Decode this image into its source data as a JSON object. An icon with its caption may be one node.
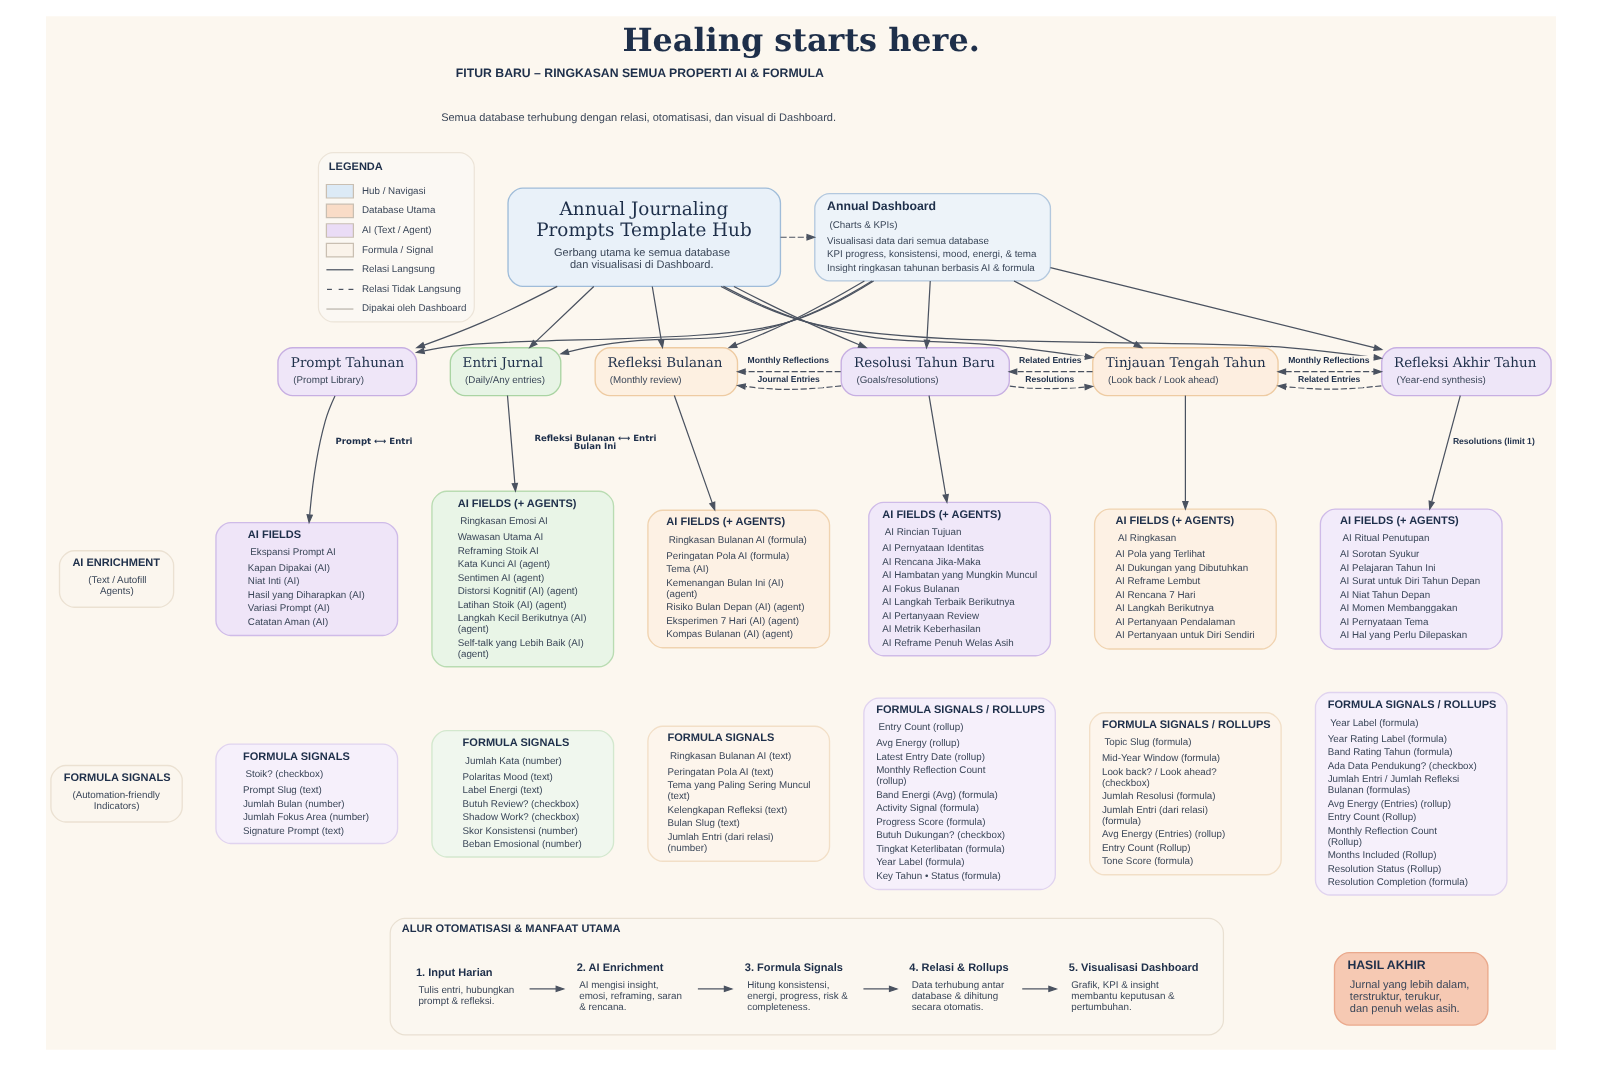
{
  "diagram": {
    "title": "Healing starts here.",
    "nodes": [
      {
        "text": [
          "Annual Journaling Prompts Template Hub",
          "Gerbang utama ke semua database dan visualisasi di Dashboard."
        ]
      },
      {
        "text": [
          "Annual Dashboard",
          "(Charts & KPIs)",
          "Visualisasi data dari semua database",
          "KPI progress, konsistensi, mood, energi, & tema",
          "Insight ringkasan tahunan berbasis AI & formula"
        ]
      },
      {
        "text": [
          "Prompt Tahunan",
          "(Prompt Library)"
        ]
      },
      {
        "text": [
          "Entri Jurnal",
          "(Daily/Any entries)"
        ]
      },
      {
        "text": [
          "Refleksi Bulanan",
          "(Monthly review)"
        ]
      },
      {
        "text": [
          "Resolusi Tahun Baru",
          "(Goals/resolutions)"
        ]
      },
      {
        "text": [
          "Tinjauan Tengah Tahun",
          "(Look back / Look ahead)"
        ]
      },
      {
        "text": [
          "Refleksi Akhir Tahun",
          "(Year-end synthesis)"
        ]
      },
      {
        "text": [
          "AI ENRICHMENT",
          "(Text / Autofill Agents)"
        ]
      },
      {
        "text": [
          "AI FIELDS",
          "Ekspansi Prompt AI",
          "Kapan Dipakai (AI)",
          "Niat Inti (AI)",
          "Hasil yang Diharapkan (AI)",
          "Variasi Prompt (AI)",
          "Catatan Aman (AI)"
        ]
      },
      {
        "text": [
          "AI FIELDS (+ AGENTS)",
          "Ringkasan Emosi AI",
          "Wawasan Utama AI",
          "Reframing Stoik AI",
          "Kata Kunci AI (agent)",
          "Sentimen AI (agent)",
          "Distorsi Kognitif (AI) (agent)",
          "Latihan Stoik (AI) (agent)",
          "Langkah Kecil Berikutnya (AI) (agent)",
          "Self-talk yang Lebih Baik (AI) (agent)"
        ]
      },
      {
        "text": [
          "AI FIELDS (+ AGENTS)",
          "Ringkasan Bulanan AI (formula)",
          "Peringatan Pola AI (formula)",
          "Tema (AI)",
          "Kemenangan Bulan Ini (AI) (agent)",
          "Risiko Bulan Depan (AI) (agent)",
          "Eksperimen 7 Hari (AI) (agent)",
          "Kompas Bulanan (AI) (agent)"
        ]
      },
      {
        "text": [
          "AI FIELDS (+ AGENTS)",
          "AI Rincian Tujuan",
          "AI Pernyataan Identitas",
          "AI Rencana Jika-Maka",
          "AI Hambatan yang Mungkin Muncul",
          "AI Fokus Bulanan",
          "AI Langkah Terbaik Berikutnya",
          "AI Pertanyaan Review",
          "AI Metrik Keberhasilan",
          "AI Reframe Penuh Welas Asih"
        ]
      },
      {
        "text": [
          "AI FIELDS (+ AGENTS)",
          "AI Ringkasan",
          "AI Pola yang Terlihat",
          "AI Dukungan yang Dibutuhkan",
          "AI Reframe Lembut",
          "AI Rencana 7 Hari",
          "AI Langkah Berikutnya",
          "AI Pertanyaan Pendalaman",
          "AI Pertanyaan untuk Diri Sendiri"
        ]
      },
      {
        "text": [
          "AI FIELDS (+ AGENTS)",
          "AI Ritual Penutupan",
          "AI Sorotan Syukur",
          "AI Pelajaran Tahun Ini",
          "AI Surat untuk Diri Tahun Depan",
          "AI Niat Tahun Depan",
          "AI Momen Membanggakan",
          "AI Pernyataan Tema",
          "AI Hal yang Perlu Dilepaskan"
        ]
      },
      {
        "text": [
          "FORMULA SIGNALS",
          "(Automation-friendly Indicators)"
        ]
      },
      {
        "text": [
          "FORMULA SIGNALS",
          "Stoik? (checkbox)",
          "Prompt Slug (text)",
          "Jumlah Bulan (number)",
          "Jumlah Fokus Area (number)",
          "Signature Prompt (text)"
        ]
      },
      {
        "text": [
          "FORMULA SIGNALS",
          "Jumlah Kata (number)",
          "Polaritas Mood (text)",
          "Label Energi (text)",
          "Butuh Review? (checkbox)",
          "Shadow Work? (checkbox)",
          "Skor Konsistensi (number)",
          "Beban Emosional (number)"
        ]
      },
      {
        "text": [
          "FORMULA SIGNALS",
          "Ringkasan Bulanan AI (text)",
          "Peringatan Pola AI (text)",
          "Tema yang Paling Sering Muncul (text)",
          "Kelengkapan Refleksi (text)",
          "Bulan Slug (text)",
          "Jumlah Entri (dari relasi) (number)"
        ]
      },
      {
        "text": [
          "FORMULA SIGNALS / ROLLUPS",
          "Entry Count (rollup)",
          "Avg Energy (rollup)",
          "Latest Entry Date (rollup)",
          "Monthly Reflection Count (rollup)",
          "Band Energi (Avg) (formula)",
          "Activity Signal (formula)",
          "Progress Score (formula)",
          "Butuh Dukungan? (checkbox)",
          "Tingkat Keterlibatan (formula)",
          "Year Label (formula)",
          "Key Tahun • Status (formula)"
        ]
      },
      {
        "text": [
          "FORMULA SIGNALS / ROLLUPS",
          "Topic Slug (formula)",
          "Mid-Year Window (formula)",
          "Look back? / Look ahead? (checkbox)",
          "Jumlah Resolusi (formula)",
          "Jumlah Entri (dari relasi) (formula)",
          "Avg Energy (Entries) (rollup)",
          "Entry Count (Rollup)",
          "Tone Score (formula)"
        ]
      },
      {
        "text": [
          "FORMULA SIGNALS / ROLLUPS",
          "Year Label (formula)",
          "Year Rating Label (formula)",
          "Band Rating Tahun (formula)",
          "Ada Data Pendukung? (checkbox)",
          "Jumlah Entri / Jumlah Refleksi Bulanan (formulas)",
          "Avg Energy (Entries) (rollup)",
          "Entry Count (Rollup)",
          "Monthly Reflection Count (Rollup)",
          "Months Included (Rollup)",
          "Resolution Status (Rollup)",
          "Resolution Completion (formula)"
        ]
      },
      {
        "text": [
          "ALUR OTOMATISASI & MANFAAT UTAMA"
        ]
      },
      {
        "text": [
          "1. Input Harian",
          "Tulis entri, hubungkan prompt & refleksi."
        ],
        "in": 22
      },
      {
        "text": [
          "2. AI Enrichment",
          "AI mengisi insight, emosi, reframing, saran & rencana."
        ],
        "in": 22
      },
      {
        "text": [
          "3. Formula Signals",
          "Hitung konsistensi, energi, progress, risk & completeness."
        ],
        "in": 22
      },
      {
        "text": [
          "4. Relasi & Rollups",
          "Data terhubung antar database & dihitung secara otomatis."
        ],
        "in": 22
      },
      {
        "text": [
          "5. Visualisasi Dashboard",
          "Grafik, KPI & insight membantu keputusan & pertumbuhan."
        ],
        "in": 22
      },
      {
        "text": [
          "HASIL AKHIR",
          "Jurnal yang lebih dalam, terstruktur, terukur, dan penuh welas asih."
        ]
      }
    ],
    "edges": [
      {
        "from": 0,
        "to": 1,
        "arrow": "to",
        "style": "dashed"
      },
      {
        "from": 0,
        "to": 2,
        "arrow": "to"
      },
      {
        "from": 0,
        "to": 3,
        "arrow": "to"
      },
      {
        "from": 0,
        "to": 4,
        "arrow": "to"
      },
      {
        "from": 0,
        "to": 5,
        "arrow": "to"
      },
      {
        "from": 0,
        "to": 6,
        "arrow": "to"
      },
      {
        "from": 0,
        "to": 7,
        "arrow": "to"
      },
      {
        "from": 1,
        "to": 2,
        "arrow": "to"
      },
      {
        "from": 1,
        "to": 3,
        "arrow": "to"
      },
      {
        "from": 1,
        "to": 4,
        "arrow": "to"
      },
      {
        "from": 1,
        "to": 5,
        "arrow": "to"
      },
      {
        "from": 1,
        "to": 6,
        "arrow": "to"
      },
      {
        "from": 1,
        "to": 7,
        "arrow": "to"
      },
      {
        "from": 2,
        "to": 9,
        "arrow": "to"
      },
      {
        "from": 3,
        "to": 10,
        "arrow": "to"
      },
      {
        "from": 4,
        "to": 11,
        "arrow": "to"
      },
      {
        "from": 5,
        "to": 12,
        "arrow": "to"
      },
      {
        "from": 6,
        "to": 13,
        "arrow": "to"
      },
      {
        "from": 7,
        "to": 14,
        "arrow": "to",
        "label": "Resolutions (limit 1)"
      },
      {
        "from": 5,
        "to": 4,
        "arrow": "to",
        "label": "Journal Entries",
        "style": "dashed"
      },
      {
        "from": 5,
        "to": 4,
        "arrow": "to",
        "label": "Monthly Reflections",
        "style": "dashed"
      },
      {
        "from": 6,
        "to": 5,
        "arrow": "to",
        "label": "Related Entries",
        "style": "dashed"
      },
      {
        "from": 5,
        "to": 6,
        "arrow": "to",
        "label": "Resolutions",
        "style": "dashed"
      },
      {
        "from": 7,
        "to": 6,
        "arrow": "to",
        "label": "Related Entries",
        "style": "dashed"
      },
      {
        "from": 6,
        "to": 7,
        "arrow": "both",
        "label": "Monthly Reflections",
        "style": "dashed"
      },
      {
        "from": 23,
        "to": 24,
        "arrow": "to"
      },
      {
        "from": 24,
        "to": 25,
        "arrow": "to"
      },
      {
        "from": 25,
        "to": 26,
        "arrow": "to"
      },
      {
        "from": 26,
        "to": 27,
        "arrow": "to"
      }
    ],
    "labels": [
      "FITUR BARU – RINGKASAN SEMUA PROPERTI AI & FORMULA",
      "Semua database terhubung dengan relasi, otomatisasi, dan visual di Dashboard.",
      "LEGENDA",
      "Prompt ⟷ Entri",
      "Refleksi Bulanan ⟷ Entri Bulan Ini"
    ],
    "legend": [
      {
        "text": "Hub / Navigasi",
        "color": "#dceaf6"
      },
      {
        "text": "Database Utama",
        "color": "#f9dcc7"
      },
      {
        "text": "AI (Text / Agent)",
        "color": "#eadcf6"
      },
      {
        "text": "Formula / Signal",
        "color": "#faf3ea"
      },
      {
        "text": "Relasi Langsung"
      },
      {
        "text": "Relasi Tidak Langsung"
      },
      {
        "text": "Dipakai oleh Dashboard"
      }
    ]
  }
}
